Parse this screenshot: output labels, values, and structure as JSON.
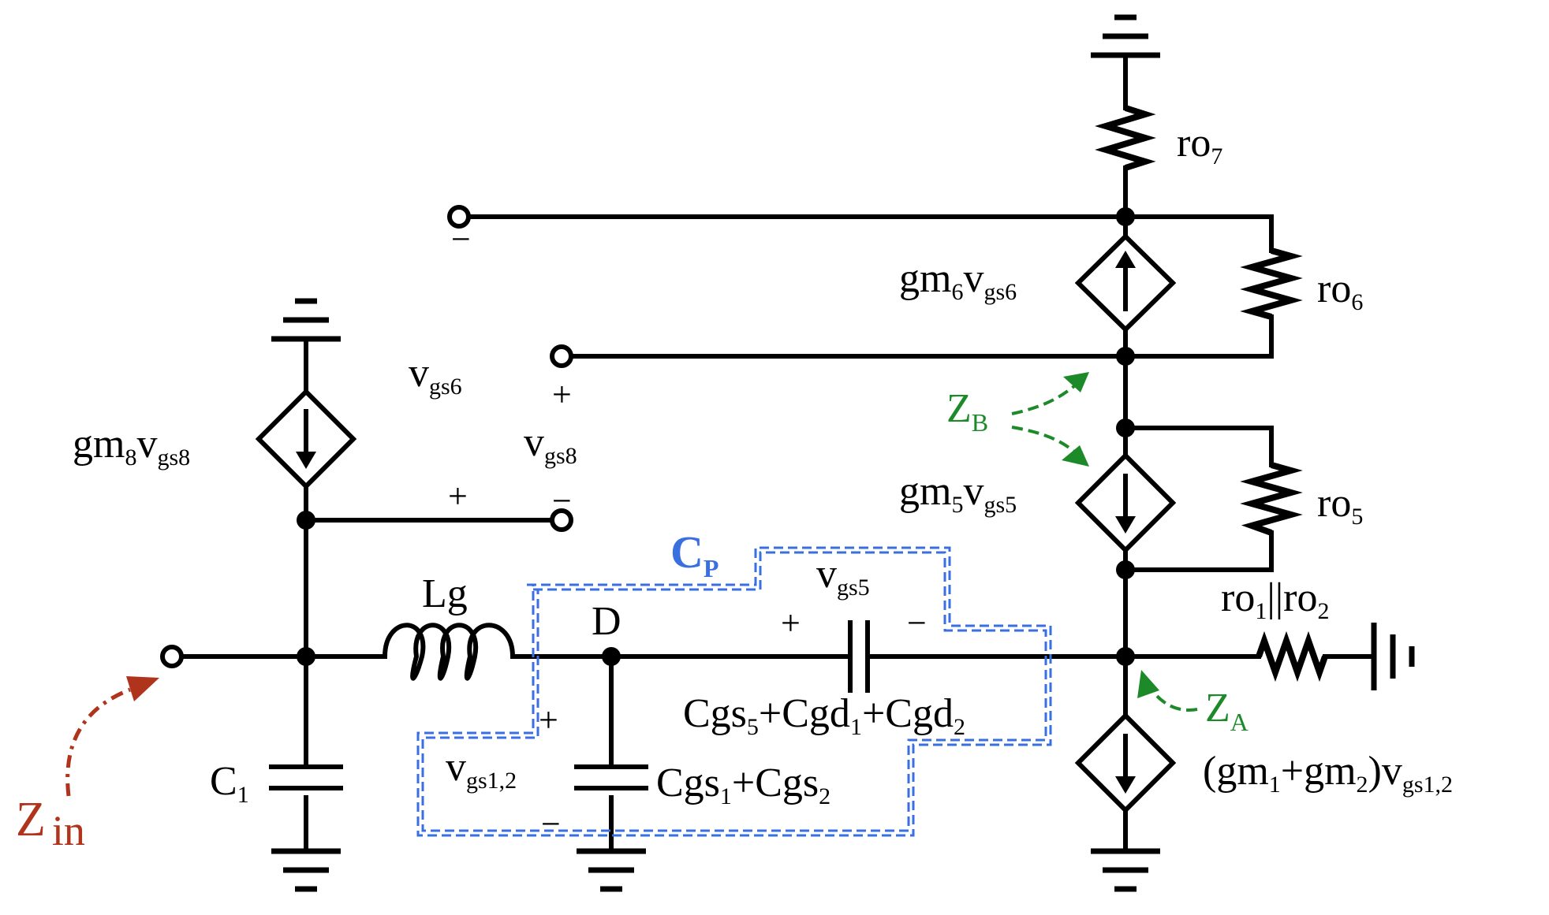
{
  "colors": {
    "wire": "#000000",
    "cp_box": "#3a6fe0",
    "z_arrows": "#1d8a2a",
    "zin_arrow": "#b0331c"
  },
  "labels": {
    "ro7": {
      "base": "ro",
      "sub": "7"
    },
    "ro6": {
      "base": "ro",
      "sub": "6"
    },
    "ro5": {
      "base": "ro",
      "sub": "5"
    },
    "ro12": {
      "part1": "ro",
      "sub1": "1",
      "mid": "||ro",
      "sub2": "2"
    },
    "gm6": {
      "a": "gm",
      "a_sub": "6",
      "b": "v",
      "b_sub": "gs6"
    },
    "gm5": {
      "a": "gm",
      "a_sub": "5",
      "b": "v",
      "b_sub": "gs5"
    },
    "gm8": {
      "a": "gm",
      "a_sub": "8",
      "b": "v",
      "b_sub": "gs8"
    },
    "gm12": {
      "open": "(gm",
      "sub1": "1",
      "plus": "+gm",
      "sub2": "2",
      "close": ")v",
      "sub3": "gs1,2"
    },
    "vgs6": {
      "base": "v",
      "sub": "gs6"
    },
    "vgs8": {
      "base": "v",
      "sub": "gs8"
    },
    "vgs5": {
      "base": "v",
      "sub": "gs5"
    },
    "vgs12": {
      "base": "v",
      "sub": "gs1,2"
    },
    "zb": {
      "base": "Z",
      "sub": "B"
    },
    "za": {
      "base": "Z",
      "sub": "A"
    },
    "zin": {
      "base": "Z",
      "sub": "in"
    },
    "cp": {
      "base": "C",
      "sub": "P"
    },
    "lg": "Lg",
    "d": "D",
    "c1": {
      "base": "C",
      "sub": "1"
    },
    "cgs12": {
      "a": "Cgs",
      "a_sub": "1",
      "b": "+Cgs",
      "b_sub": "2"
    },
    "cgs5": {
      "a": "Cgs",
      "a_sub": "5",
      "b": "+Cgd",
      "b_sub": "1",
      "c": "+Cgd",
      "c_sub": "2"
    },
    "plus": "+",
    "minus": "−"
  }
}
